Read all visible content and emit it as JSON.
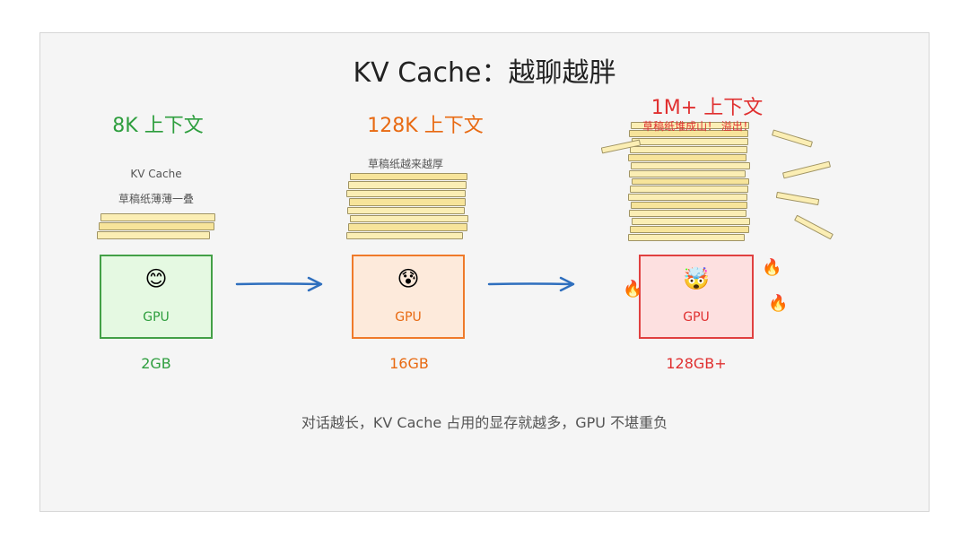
{
  "title": "KV Cache：越聊越胖",
  "colors": {
    "green": "#2e9e3e",
    "orange": "#e86a12",
    "red": "#e03030",
    "arrow": "#2f6fbe"
  },
  "stages": [
    {
      "context": "8K 上下文",
      "notes": [
        "KV Cache",
        "草稿纸薄薄一叠"
      ],
      "emoji": "😊",
      "gpu_label": "GPU",
      "memory": "2GB"
    },
    {
      "context": "128K 上下文",
      "notes": [
        "草稿纸越来越厚"
      ],
      "emoji": "😰",
      "gpu_label": "GPU",
      "memory": "16GB"
    },
    {
      "context": "1M+ 上下文",
      "notes": [
        "草稿纸堆成山！ 溢出！"
      ],
      "emoji": "🤯",
      "gpu_label": "GPU",
      "memory": "128GB+"
    }
  ],
  "fire_icon": "🔥",
  "footer": "对话越长，KV Cache 占用的显存就越多，GPU 不堪重负"
}
